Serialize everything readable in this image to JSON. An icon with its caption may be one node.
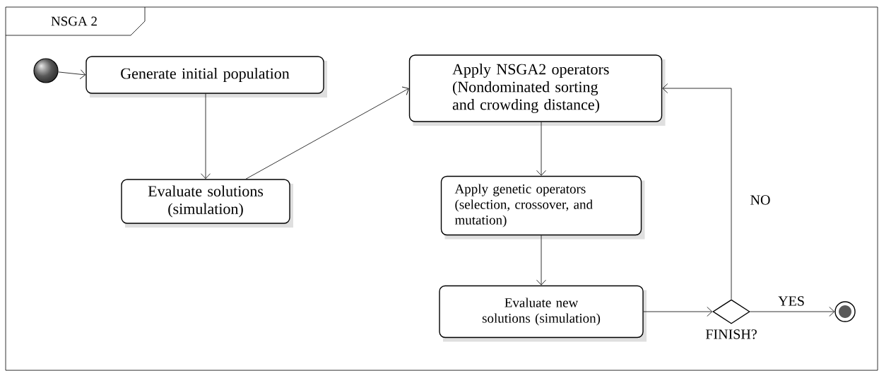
{
  "diagram": {
    "nodes": [
      {
        "text": [
          "NSGA 2"
        ]
      },
      {
        "text": [],
        "shape": "circle",
        "in": 0
      },
      {
        "text": [
          "Generate initial population"
        ],
        "in": 0
      },
      {
        "text": [
          "Evaluate solutions (simulation)"
        ],
        "in": 0
      },
      {
        "text": [
          "Apply NSGA2 operators (Nondominated sorting and crowding distance)"
        ],
        "in": 0
      },
      {
        "text": [
          "Apply genetic operators (selection, crossover, and mutation)"
        ],
        "in": 0
      },
      {
        "text": [
          "Evaluate new solutions (simulation)"
        ],
        "in": 0
      },
      {
        "text": [],
        "shape": "diamond",
        "beside": [
          "FINISH?"
        ],
        "in": 0
      },
      {
        "text": [],
        "shape": "circle",
        "in": 0
      }
    ],
    "edges": [
      {
        "from": 1,
        "to": 2,
        "arrow": "to"
      },
      {
        "from": 2,
        "to": 3,
        "arrow": "to"
      },
      {
        "from": 3,
        "to": 4,
        "arrow": "to"
      },
      {
        "from": 4,
        "to": 5,
        "arrow": "to"
      },
      {
        "from": 5,
        "to": 6,
        "arrow": "to"
      },
      {
        "from": 6,
        "to": 7,
        "arrow": "to"
      },
      {
        "from": 7,
        "to": 4,
        "arrow": "to",
        "label": "NO"
      },
      {
        "from": 7,
        "to": 8,
        "arrow": "to",
        "label": "YES"
      }
    ]
  }
}
